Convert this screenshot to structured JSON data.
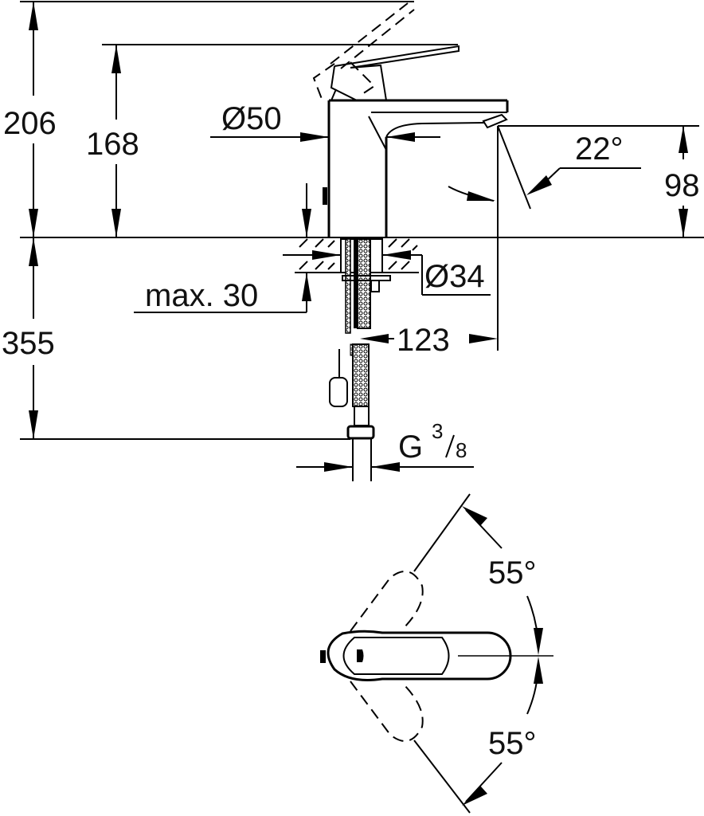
{
  "drawing": {
    "title": "Basin mixer technical dimension drawing",
    "colors": {
      "line": "#000000",
      "background": "#ffffff"
    },
    "side_view": {
      "dimensions": {
        "total_height": "206",
        "spout_lever_height": "168",
        "body_diameter": "Ø50",
        "spout_angle": "22°",
        "spout_height": "98",
        "hole_diameter": "Ø34",
        "max_deck_thickness": "max. 30",
        "below_deck_length": "355",
        "spout_reach": "123",
        "connection_thread_prefix": "G",
        "connection_thread_num": "3",
        "connection_thread_den": "8"
      }
    },
    "top_view": {
      "dimensions": {
        "lever_angle_left": "55°",
        "lever_angle_right": "55°"
      }
    }
  }
}
